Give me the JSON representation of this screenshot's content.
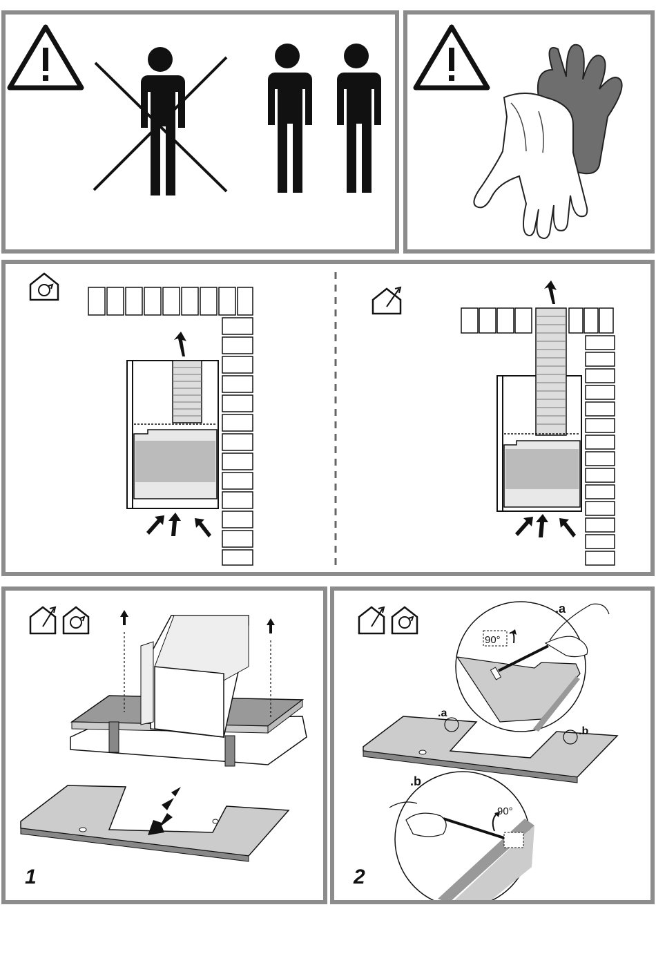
{
  "steps": {
    "step1": "1",
    "step2": "2"
  },
  "labels": {
    "callout_a": ".a",
    "callout_b": ".b",
    "pointer_a": ".a",
    "pointer_b": ".b",
    "angle_a": "90°",
    "angle_b": "90°"
  },
  "icons": {
    "warning": "warning-triangle-icon",
    "recirculation": "recirculation-house-icon",
    "extraction": "extraction-house-icon"
  },
  "colors": {
    "frame": "#8c8c8c",
    "ink": "#111111",
    "glove_dark": "#6e6e6e"
  }
}
